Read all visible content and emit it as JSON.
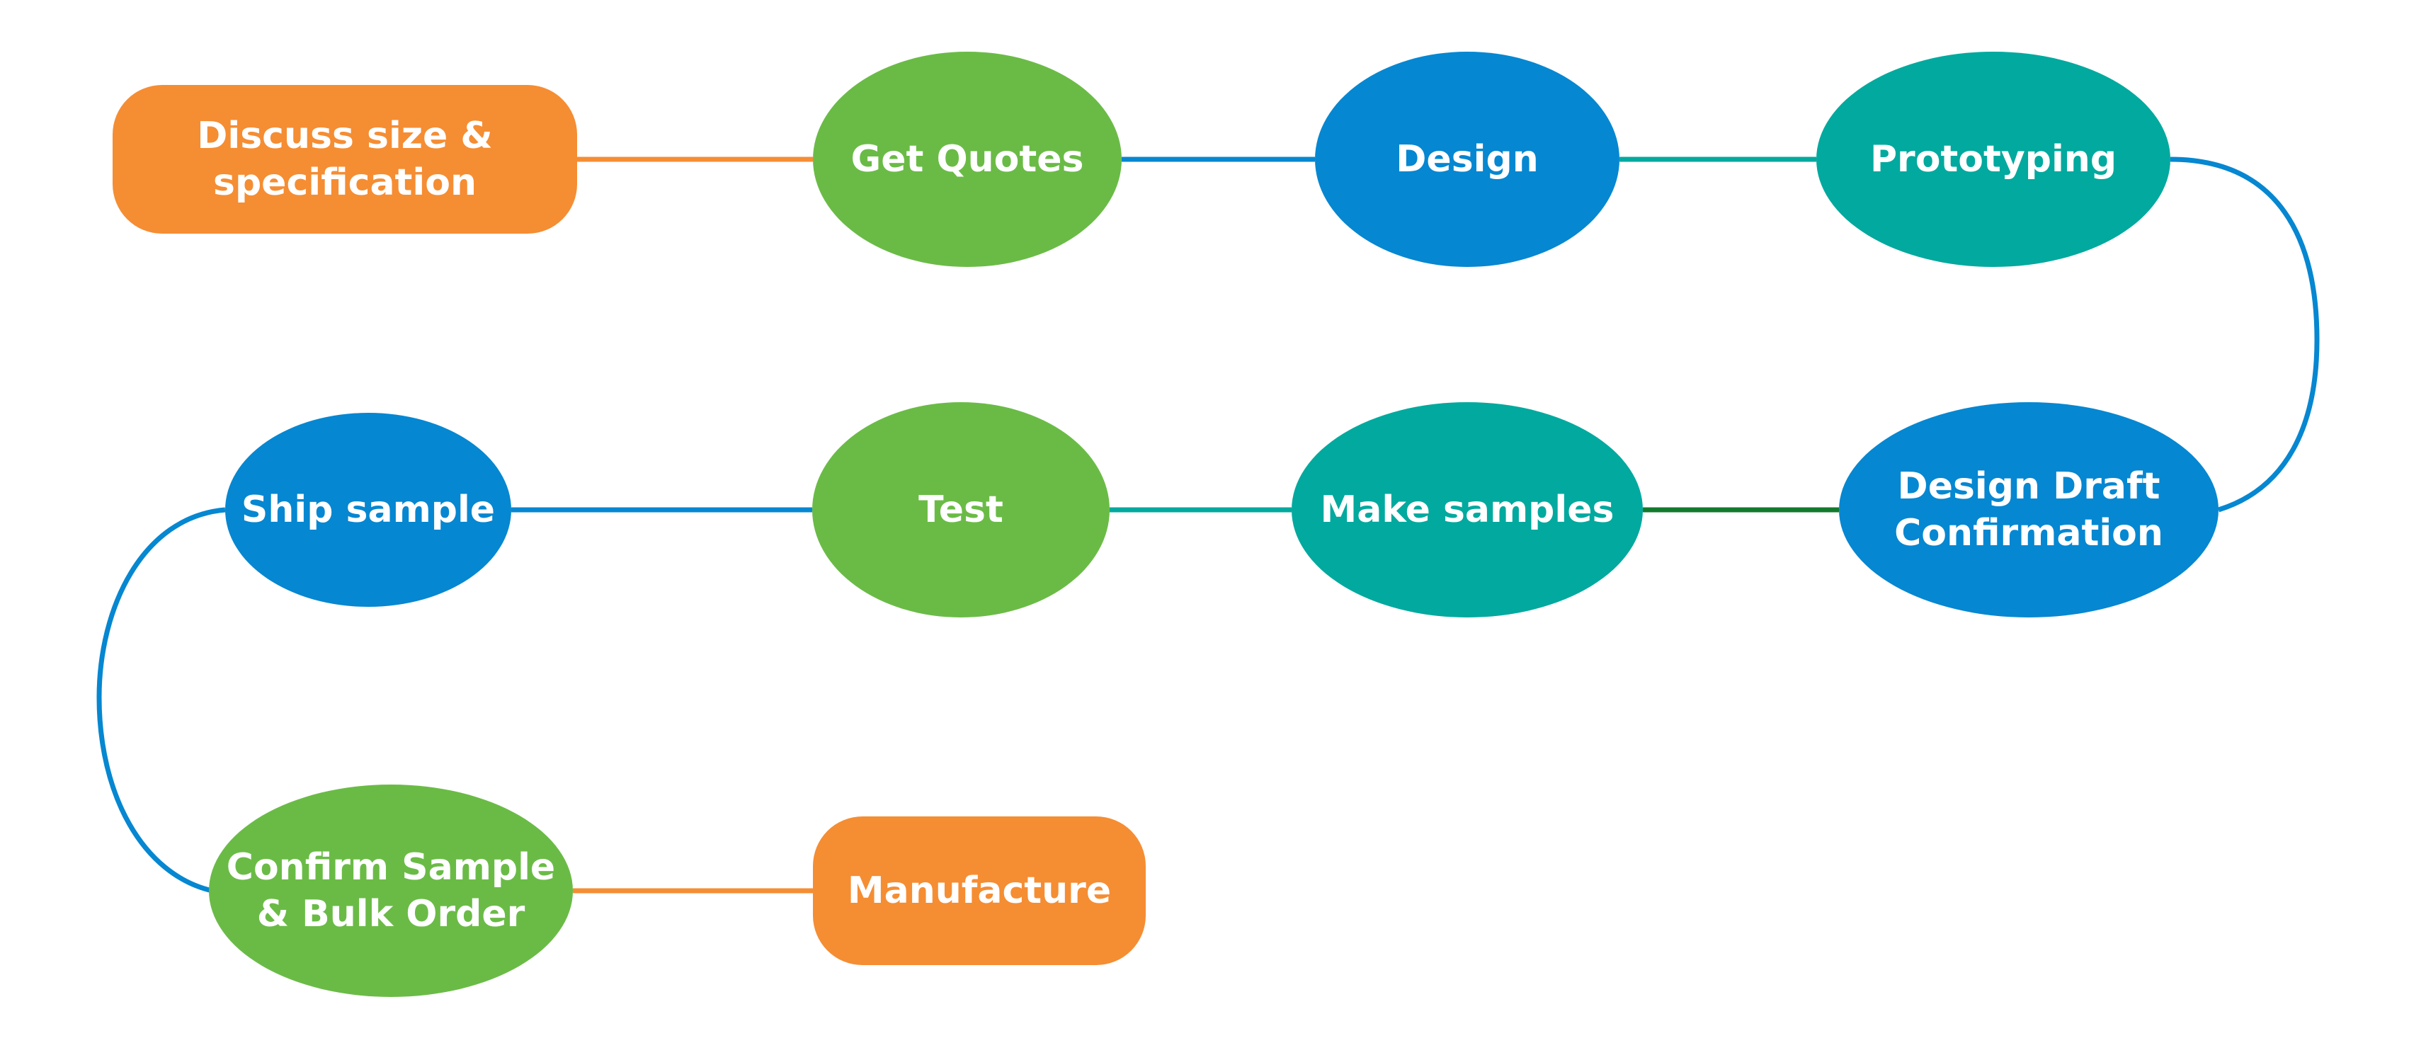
{
  "diagram": {
    "colors": {
      "orange": "#F58D33",
      "green": "#6ABB46",
      "blue": "#0687D1",
      "teal": "#01A99E",
      "dark_green": "#137A2D"
    },
    "nodes": [
      {
        "id": "discuss",
        "lines": [
          "Discuss size &",
          "specification"
        ],
        "shape": "rounded-rect",
        "color": "orange"
      },
      {
        "id": "quotes",
        "lines": [
          "Get Quotes"
        ],
        "shape": "ellipse",
        "color": "green"
      },
      {
        "id": "design",
        "lines": [
          "Design"
        ],
        "shape": "ellipse",
        "color": "blue"
      },
      {
        "id": "prototyping",
        "lines": [
          "Prototyping"
        ],
        "shape": "ellipse",
        "color": "teal"
      },
      {
        "id": "draft",
        "lines": [
          "Design Draft",
          "Confirmation"
        ],
        "shape": "ellipse",
        "color": "blue"
      },
      {
        "id": "samples",
        "lines": [
          "Make samples"
        ],
        "shape": "ellipse",
        "color": "teal"
      },
      {
        "id": "test",
        "lines": [
          "Test"
        ],
        "shape": "ellipse",
        "color": "green"
      },
      {
        "id": "ship",
        "lines": [
          "Ship sample"
        ],
        "shape": "ellipse",
        "color": "blue"
      },
      {
        "id": "confirm",
        "lines": [
          "Confirm Sample",
          "& Bulk Order"
        ],
        "shape": "ellipse",
        "color": "green"
      },
      {
        "id": "manufacture",
        "lines": [
          "Manufacture"
        ],
        "shape": "rounded-rect",
        "color": "orange"
      }
    ],
    "edges": [
      {
        "from": "discuss",
        "to": "quotes",
        "color": "orange"
      },
      {
        "from": "quotes",
        "to": "design",
        "color": "blue"
      },
      {
        "from": "design",
        "to": "prototyping",
        "color": "teal"
      },
      {
        "from": "prototyping",
        "to": "draft",
        "color": "blue"
      },
      {
        "from": "draft",
        "to": "samples",
        "color": "dark_green"
      },
      {
        "from": "samples",
        "to": "test",
        "color": "teal"
      },
      {
        "from": "test",
        "to": "ship",
        "color": "blue"
      },
      {
        "from": "ship",
        "to": "confirm",
        "color": "blue"
      },
      {
        "from": "confirm",
        "to": "manufacture",
        "color": "orange"
      }
    ]
  }
}
